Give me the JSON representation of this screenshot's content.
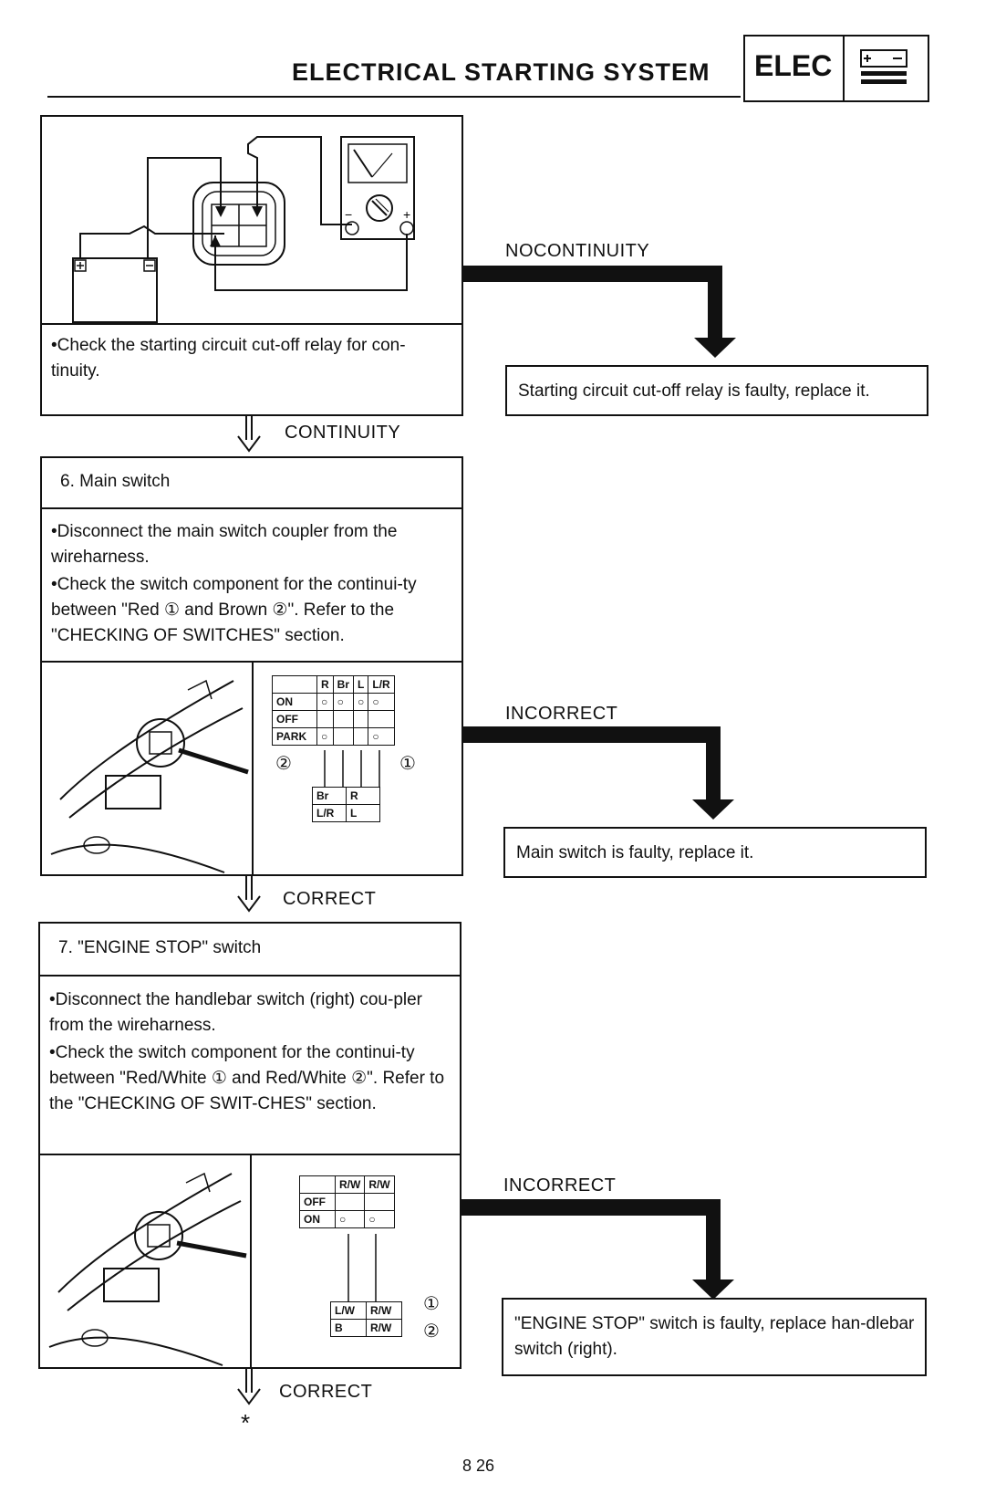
{
  "header": {
    "title": "ELECTRICAL STARTING SYSTEM",
    "badge": "ELEC"
  },
  "step_relay": {
    "instruction": "•Check the starting circuit cut-off relay for con-tinuity.",
    "fail_label": "NOCONTINUITY",
    "fail_result": "Starting circuit cut-off relay is faulty, replace it.",
    "pass_label": "CONTINUITY"
  },
  "step_main_switch": {
    "title": "6. Main switch",
    "instruction_1": "•Disconnect the main switch coupler from the wireharness.",
    "instruction_2": "•Check the switch component for the continui-ty between \"Red ① and Brown ②\". Refer to the \"CHECKING OF SWITCHES\" section.",
    "table_headers": [
      "R",
      "Br",
      "L",
      "L/R"
    ],
    "table_rows": [
      "ON",
      "OFF",
      "PARK"
    ],
    "coupler_top": [
      "Br",
      "R"
    ],
    "coupler_bottom": [
      "L/R",
      "L"
    ],
    "callout_1": "①",
    "callout_2": "②",
    "fail_label": "INCORRECT",
    "fail_result": "Main switch is faulty, replace it.",
    "pass_label": "CORRECT"
  },
  "step_engine_stop": {
    "title": "7. \"ENGINE STOP\" switch",
    "instruction_1": "•Disconnect the handlebar switch (right) cou-pler from the wireharness.",
    "instruction_2": "•Check the switch component for the continui-ty between \"Red/White ① and Red/White ②\". Refer to the \"CHECKING OF SWIT-CHES\" section.",
    "table_headers": [
      "R/W",
      "R/W"
    ],
    "table_rows": [
      "OFF",
      "ON"
    ],
    "coupler_top": [
      "L/W",
      "R/W"
    ],
    "coupler_bottom": [
      "B",
      "R/W"
    ],
    "callout_1": "①",
    "callout_2": "②",
    "fail_label": "INCORRECT",
    "fail_result": "\"ENGINE STOP\" switch is faulty, replace han-dlebar switch (right).",
    "pass_label": "CORRECT",
    "continue_mark": "*"
  },
  "footer": {
    "page_number": "8 26"
  }
}
